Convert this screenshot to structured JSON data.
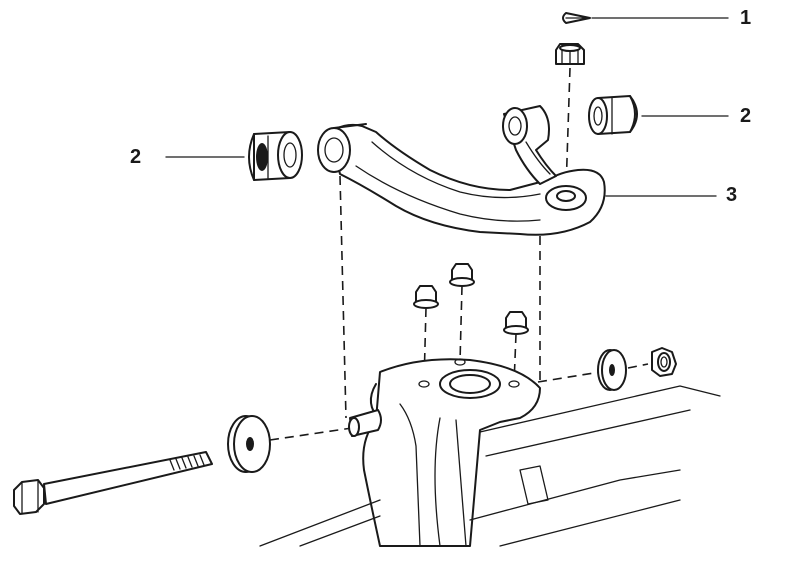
{
  "callouts": {
    "c1": "1",
    "c2_left": "2",
    "c2_right": "2",
    "c3": "3"
  },
  "colors": {
    "ink": "#1a1a1a",
    "paper": "#ffffff"
  }
}
